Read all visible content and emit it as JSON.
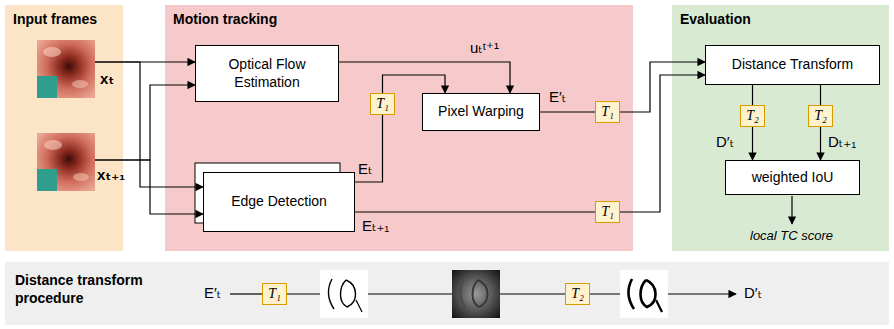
{
  "diagram": {
    "nodes": [
      {
        "text": [
          "Input frames"
        ]
      },
      {
        "text": [
          "Motion tracking"
        ]
      },
      {
        "text": [
          "Evaluation"
        ]
      },
      {
        "text": [
          "Optical Flow Estimation"
        ],
        "in": 1
      },
      {
        "text": [
          "Edge Detection"
        ],
        "in": 1
      },
      {
        "text": [
          "T₁"
        ],
        "in": 1
      },
      {
        "text": [
          "Pixel Warping"
        ],
        "in": 1
      },
      {
        "text": [
          "T₁"
        ],
        "in": 1
      },
      {
        "text": [
          "T₁"
        ],
        "in": 1
      },
      {
        "text": [
          "Distance Transform"
        ],
        "in": 2
      },
      {
        "text": [
          "T₂"
        ],
        "in": 2
      },
      {
        "text": [
          "T₂"
        ],
        "in": 2
      },
      {
        "text": [
          "weighted IoU"
        ],
        "in": 2
      },
      {
        "text": [
          "Distance transform procedure"
        ]
      },
      {
        "text": [
          "T₁"
        ],
        "in": 13
      },
      {
        "text": [
          "T₂"
        ],
        "in": 13
      }
    ],
    "edges": [
      {
        "from": 0,
        "to": 3,
        "arrow": "to"
      },
      {
        "from": 0,
        "to": 4,
        "arrow": "to"
      },
      {
        "from": 0,
        "to": 3,
        "arrow": "to"
      },
      {
        "from": 0,
        "to": 4,
        "arrow": "to"
      },
      {
        "from": 3,
        "to": 6,
        "label": "uₜᵗ⁺¹",
        "arrow": "to"
      },
      {
        "from": 4,
        "to": 5,
        "label": "Eₜ",
        "arrow": "none"
      },
      {
        "from": 5,
        "to": 6,
        "arrow": "to"
      },
      {
        "from": 6,
        "to": 7,
        "label": "E′ₜ",
        "arrow": "none"
      },
      {
        "from": 7,
        "to": 9,
        "arrow": "to"
      },
      {
        "from": 4,
        "to": 8,
        "label": "Eₜ₊₁",
        "arrow": "none"
      },
      {
        "from": 8,
        "to": 9,
        "arrow": "to"
      },
      {
        "from": 9,
        "to": 10,
        "arrow": "none"
      },
      {
        "from": 10,
        "to": 12,
        "label": "D′ₜ",
        "arrow": "to"
      },
      {
        "from": 9,
        "to": 11,
        "arrow": "none"
      },
      {
        "from": 11,
        "to": 12,
        "label": "Dₜ₊₁",
        "arrow": "to"
      },
      {
        "from": 14,
        "to": 15,
        "arrow": "none"
      }
    ],
    "labels": [
      "xₜ",
      "xₜ₊₁",
      "local TC score",
      "E′ₜ",
      "D′ₜ"
    ]
  }
}
